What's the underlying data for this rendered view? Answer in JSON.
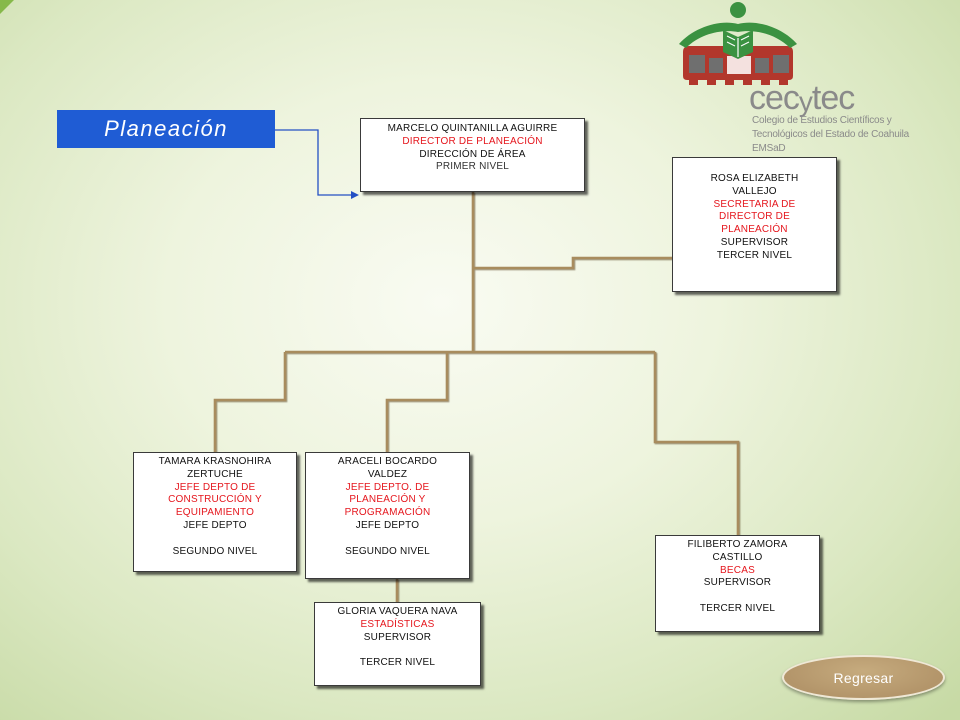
{
  "slide": {
    "title": "Planeación",
    "back_button": "Regresar"
  },
  "logo": {
    "wordmark_pre": "cec",
    "wordmark_y": "y",
    "wordmark_post": "tec",
    "subtitle_lines": [
      "Colegio de Estudios Científicos y",
      "Tecnológicos del Estado de Coahuila",
      "EMSaD"
    ]
  },
  "org": {
    "director": {
      "name_lines": [
        "MARCELO QUINTANILLA AGUIRRE"
      ],
      "role_lines": [
        "DIRECTOR DE PLANEACIÓN"
      ],
      "area": "DIRECCIÓN DE ÁREA",
      "level": "PRIMER NIVEL"
    },
    "secretaria": {
      "name_lines": [
        "ROSA ELIZABETH",
        "VALLEJO"
      ],
      "role_lines": [
        "SECRETARIA DE",
        "DIRECTOR DE",
        "PLANEACIÓN"
      ],
      "position": "SUPERVISOR",
      "level": "TERCER NIVEL"
    },
    "construccion": {
      "name_lines": [
        "TAMARA KRASNOHIRA",
        "ZERTUCHE"
      ],
      "role_lines": [
        "JEFE DEPTO DE",
        "CONSTRUCCIÓN Y",
        "EQUIPAMIENTO"
      ],
      "position": "JEFE DEPTO",
      "level": "SEGUNDO NIVEL"
    },
    "planeacion_programacion": {
      "name_lines": [
        "ARACELI BOCARDO",
        "VALDEZ"
      ],
      "role_lines": [
        "JEFE DEPTO. DE",
        "PLANEACIÓN Y",
        "PROGRAMACIÓN"
      ],
      "position": "JEFE DEPTO",
      "level": "SEGUNDO NIVEL"
    },
    "estadisticas": {
      "name_lines": [
        "GLORIA VAQUERA NAVA"
      ],
      "role_lines": [
        "ESTADÍSTICAS"
      ],
      "position": "SUPERVISOR",
      "level": "TERCER NIVEL"
    },
    "becas": {
      "name_lines": [
        "FILIBERTO ZAMORA",
        "CASTILLO"
      ],
      "role_lines": [
        "BECAS"
      ],
      "position": "SUPERVISOR",
      "level": "TERCER NIVEL"
    }
  },
  "colors": {
    "title_bg": "#1f5cd4",
    "role_text": "#e5161d",
    "connector": "#a88c5e",
    "title_link": "#2450c4",
    "button": "#b3956a",
    "logo_gray": "#8a8a8a",
    "logo_green": "#3b9241",
    "logo_red": "#b2372c"
  }
}
